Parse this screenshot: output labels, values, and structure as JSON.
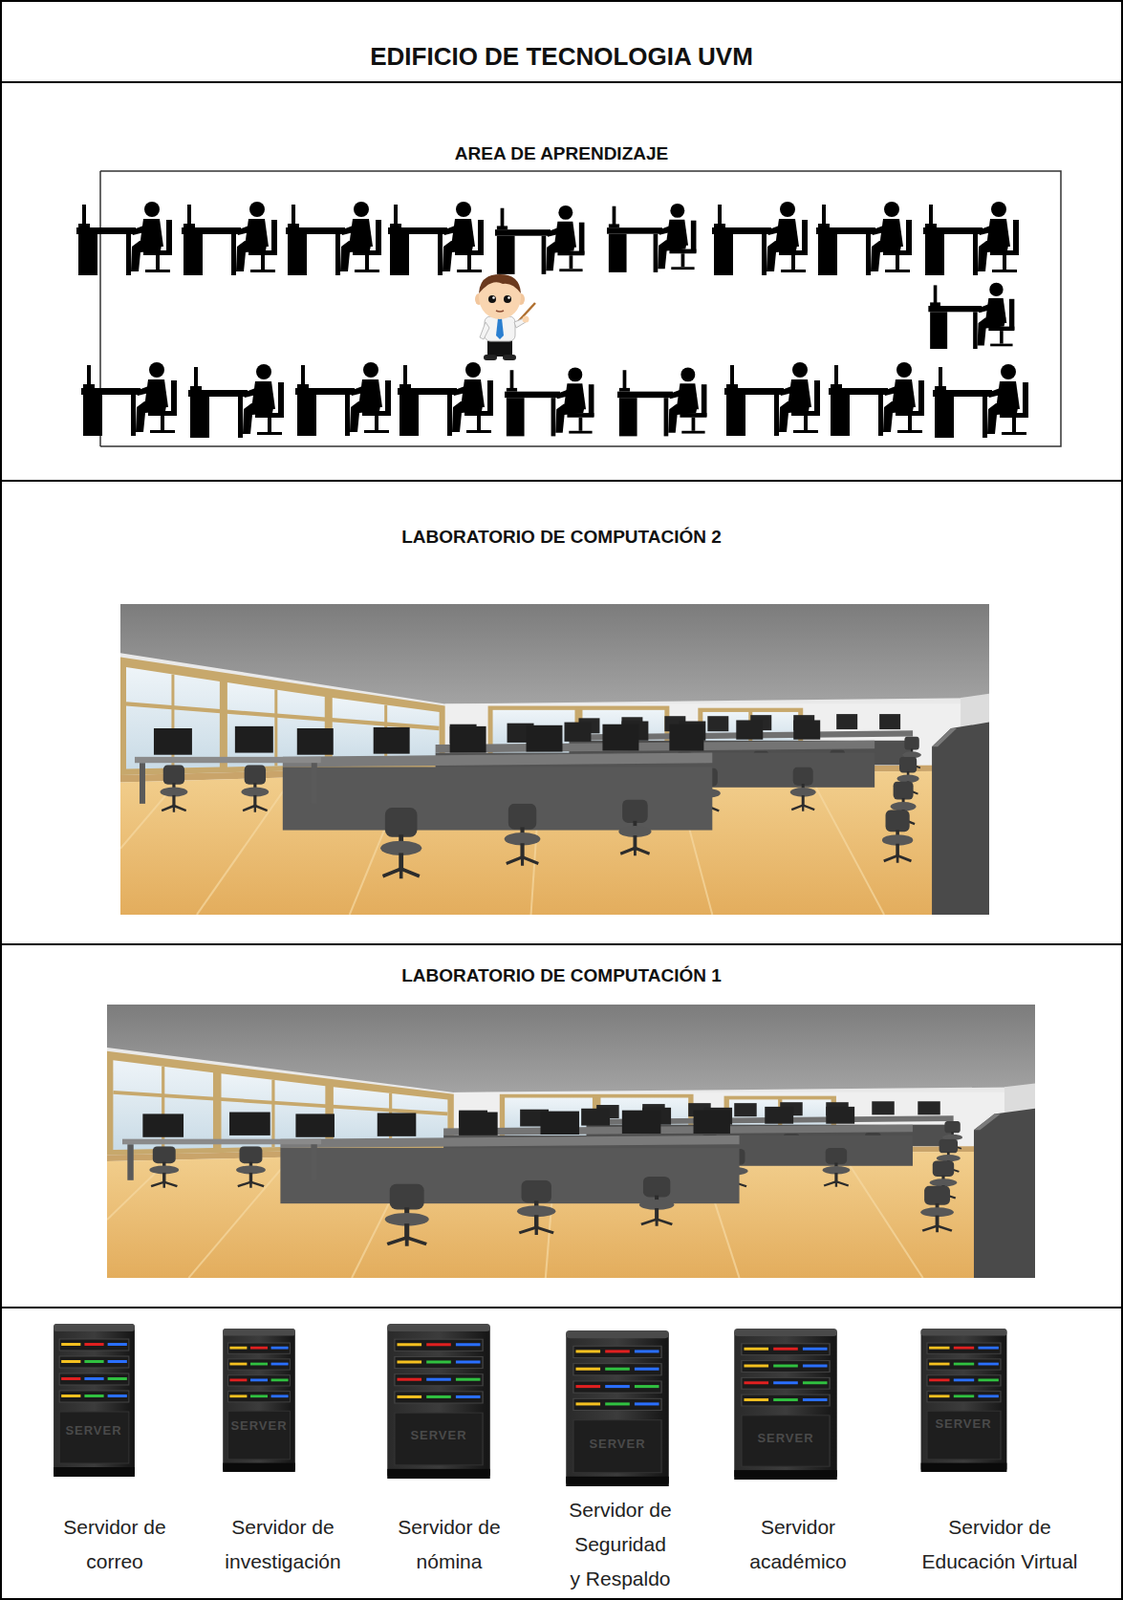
{
  "diagram": {
    "title": "EDIFICIO DE TECNOLOGIA UVM",
    "nodes": [
      {
        "text": [
          "AREA DE APRENDIZAJE"
        ]
      },
      {
        "text": [
          "LABORATORIO DE COMPUTACIÓN 2"
        ]
      },
      {
        "text": [
          "LABORATORIO DE COMPUTACIÓN 1"
        ]
      },
      {
        "text": [
          "Servidor de correo"
        ]
      },
      {
        "text": [
          "Servidor de investigación"
        ]
      },
      {
        "text": [
          "Servidor de nómina"
        ]
      },
      {
        "text": [
          "Servidor de Seguridad y Respaldo"
        ]
      },
      {
        "text": [
          "Servidor académico"
        ]
      },
      {
        "text": [
          "Servidor de Educación Virtual"
        ]
      }
    ],
    "labels": [
      "SERVER",
      "SERVER",
      "SERVER",
      "SERVER",
      "SERVER",
      "SERVER"
    ]
  }
}
